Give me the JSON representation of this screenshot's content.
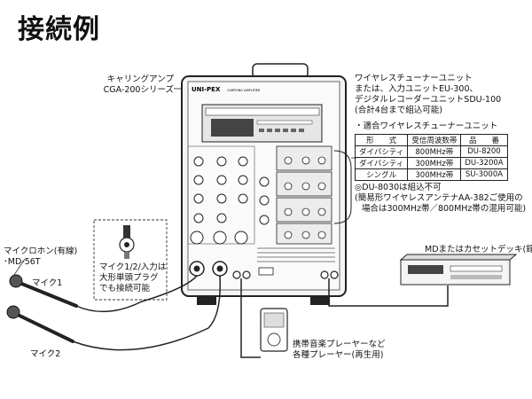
{
  "title": "接続例",
  "amp": {
    "label_lines": [
      "キャリングアンプ",
      "CGA-200シリーズ"
    ],
    "brand": "UNI-PEX",
    "model_badge": "CARRYING AMPLIFIER"
  },
  "wireless_unit": {
    "lines": [
      "ワイヤレスチューナーユニット",
      "または、入力ユニットEU-300、",
      "デジタルレコーダーユニットSDU-100",
      "(合計4台まで組込可能)"
    ],
    "table_title": "・適合ワイヤレスチューナーユニット",
    "headers": [
      "形　　式",
      "受信周波数帯",
      "品　　番"
    ],
    "rows": [
      [
        "ダイバシティ",
        "800MHz帯",
        "DU-8200"
      ],
      [
        "ダイバシティ",
        "300MHz帯",
        "DU-3200A"
      ],
      [
        "シングル",
        "300MHz帯",
        "SU-3000A"
      ]
    ],
    "notes": [
      "◎DU-8030は組込不可",
      "(簡易形ワイヤレスアンテナAA-382ご使用の",
      "場合は300MHz帯／800MHz帯の混用可能)"
    ]
  },
  "mic": {
    "label_lines": [
      "マイクロホン(有線)",
      "･MD-56T"
    ],
    "mic1": "マイク1",
    "mic2": "マイク2",
    "note_lines": [
      "マイク1/2/入力は",
      "大形単頭プラグ",
      "でも接続可能"
    ]
  },
  "md_deck": {
    "label": "MDまたはカセットデッキ(録音用)"
  },
  "player": {
    "label_lines": [
      "携帯音楽プレーヤーなど",
      "各種プレーヤー(再生用)"
    ]
  }
}
